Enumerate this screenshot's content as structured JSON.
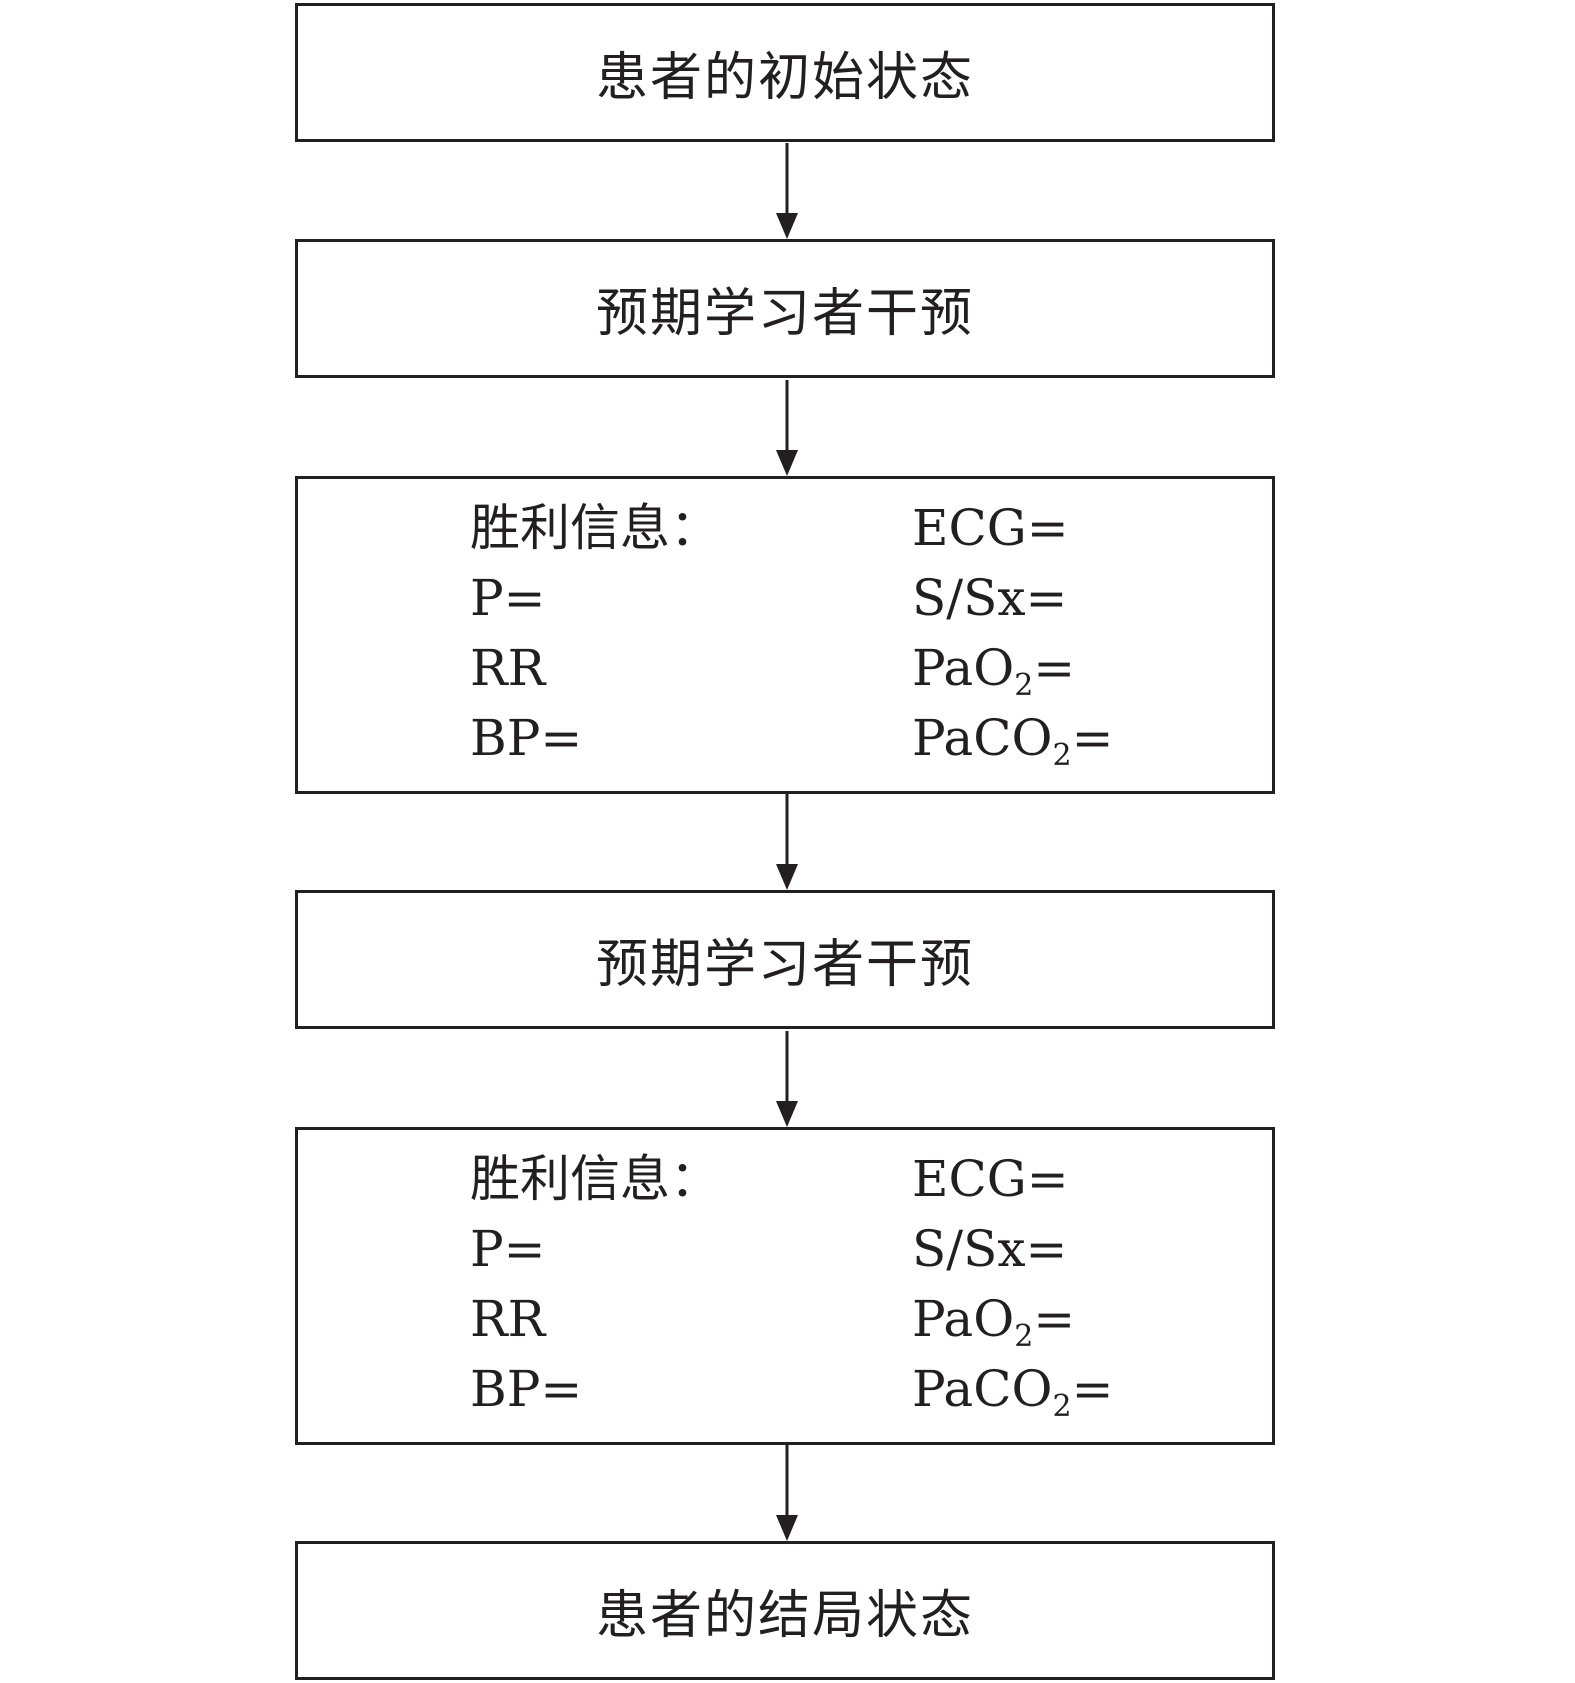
{
  "flow": {
    "step1": {
      "label": "患者的初始状态"
    },
    "step2": {
      "label": "预期学习者干预"
    },
    "step3": {
      "left": [
        "胜利信息：",
        "P=",
        "RR",
        "BP="
      ],
      "right": {
        "ecg": "ECG=",
        "ssx": "S/Sx=",
        "pao2_pre": "PaO",
        "pao2_sub": "2",
        "pao2_post": "=",
        "paco2_pre": "PaCO",
        "paco2_sub": "2",
        "paco2_post": "="
      }
    },
    "step4": {
      "label": "预期学习者干预"
    },
    "step5": {
      "left": [
        "胜利信息：",
        "P=",
        "RR",
        "BP="
      ],
      "right": {
        "ecg": "ECG=",
        "ssx": "S/Sx=",
        "pao2_pre": "PaO",
        "pao2_sub": "2",
        "pao2_post": "=",
        "paco2_pre": "PaCO",
        "paco2_sub": "2",
        "paco2_post": "="
      }
    },
    "step6": {
      "label": "患者的结局状态"
    }
  },
  "colors": {
    "stroke": "#231f20",
    "background": "#ffffff"
  }
}
